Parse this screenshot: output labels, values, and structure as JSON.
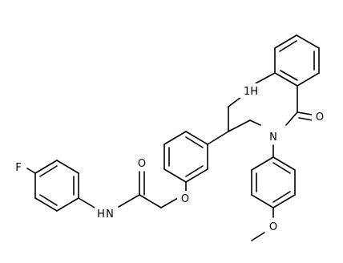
{
  "structure": {
    "atoms": {
      "f": "F",
      "amide_h": "H",
      "amide_n": "N",
      "amide_o": "O",
      "ether_o": "O",
      "ring_nh": "1H",
      "ring_n": "N",
      "ketone_o": "O",
      "methoxy_o": "O"
    }
  }
}
